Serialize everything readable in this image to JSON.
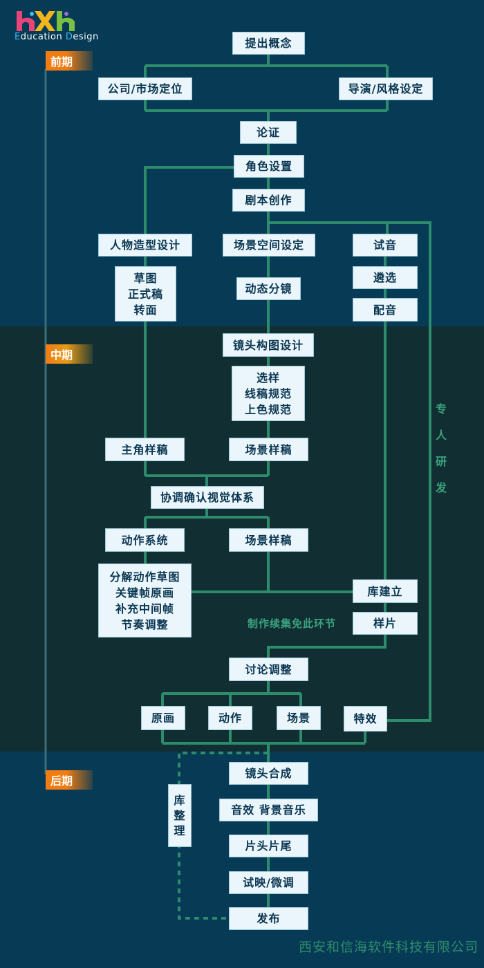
{
  "logo": {
    "text": "Education Design",
    "letter_e": "E",
    "part1": "ducation ",
    "letter_d": "D",
    "part2": "esign"
  },
  "phases": {
    "pre": "前期",
    "mid": "中期",
    "post": "后期"
  },
  "nodes": {
    "concept": "提出概念",
    "company_market": "公司/市场定位",
    "director_style": "导演/风格设定",
    "argue": "论证",
    "character_setting": "角色设置",
    "script": "剧本创作",
    "character_design": "人物造型设计",
    "scene_space": "场景空间设定",
    "audition": "试音",
    "draft_lines": [
      "草图",
      "正式稿",
      "转面"
    ],
    "dynamic_storyboard": "动态分镜",
    "selection": "遴选",
    "dubbing": "配音",
    "shot_composition": "镜头构图设计",
    "style_lines": [
      "选样",
      "线稿规范",
      "上色规范"
    ],
    "lead_sample": "主角样稿",
    "scene_sample_1": "场景样稿",
    "coordinate": "协调确认视觉体系",
    "action_system": "动作系统",
    "scene_sample_2": "场景样稿",
    "action_lines": [
      "分解动作草图",
      "关键帧原画",
      "补充中间帧",
      "节奏调整"
    ],
    "library_build": "库建立",
    "sample_film": "样片",
    "discussion": "讨论调整",
    "key_animation": "原画",
    "motion": "动作",
    "scene": "场景",
    "vfx": "特效",
    "compositing": "镜头合成",
    "sound": "音效 背景音乐",
    "titles": "片头片尾",
    "preview": "试映/微调",
    "release": "发布",
    "library_organize": [
      "库",
      "整",
      "理"
    ]
  },
  "labels": {
    "dedicated_rd": [
      "专",
      "人",
      "研",
      "发"
    ],
    "sequel_note": "制作续集免此环节",
    "company": "西安和信海软件科技有限公司"
  },
  "colors": {
    "line": "#2d8c6c",
    "node_bg": "#eaf6fb",
    "node_text": "#0a3550",
    "phase": "#f07c12",
    "bg_top": "#063a55",
    "bg_mid": "#112f33"
  }
}
